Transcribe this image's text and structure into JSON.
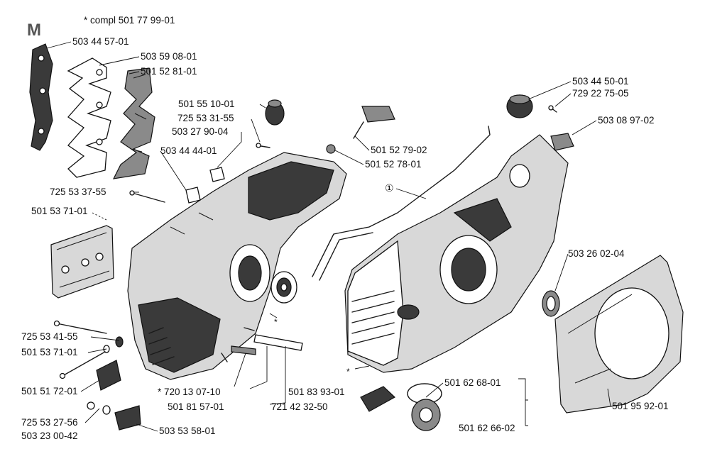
{
  "title": "M",
  "header_note": "* compl 501 77 99-01",
  "marker_star": "*",
  "marker_circle": "①",
  "parts": [
    "503 44 57-01",
    "503 59 08-01",
    "501 52 81-01",
    "501 55 10-01",
    "725 53 31-55",
    "503 27 90-04",
    "503 44 44-01",
    "725 53 37-55",
    "501 53 71-01",
    "501 52 79-02",
    "501 52 78-01",
    "503 44 50-01",
    "729 22 75-05",
    "503 08 97-02",
    "503 26 02-04",
    "725 53 41-55",
    "501 53 71-01",
    "501 51 72-01",
    "725 53 27-56",
    "503 23 00-42",
    "503 53 58-01",
    "* 720 13 07-10",
    "501 81 57-01",
    "501 83 93-01",
    "721 42 32-50",
    "501 62 68-01",
    "501 62 66-02",
    "501 95 92-01"
  ]
}
